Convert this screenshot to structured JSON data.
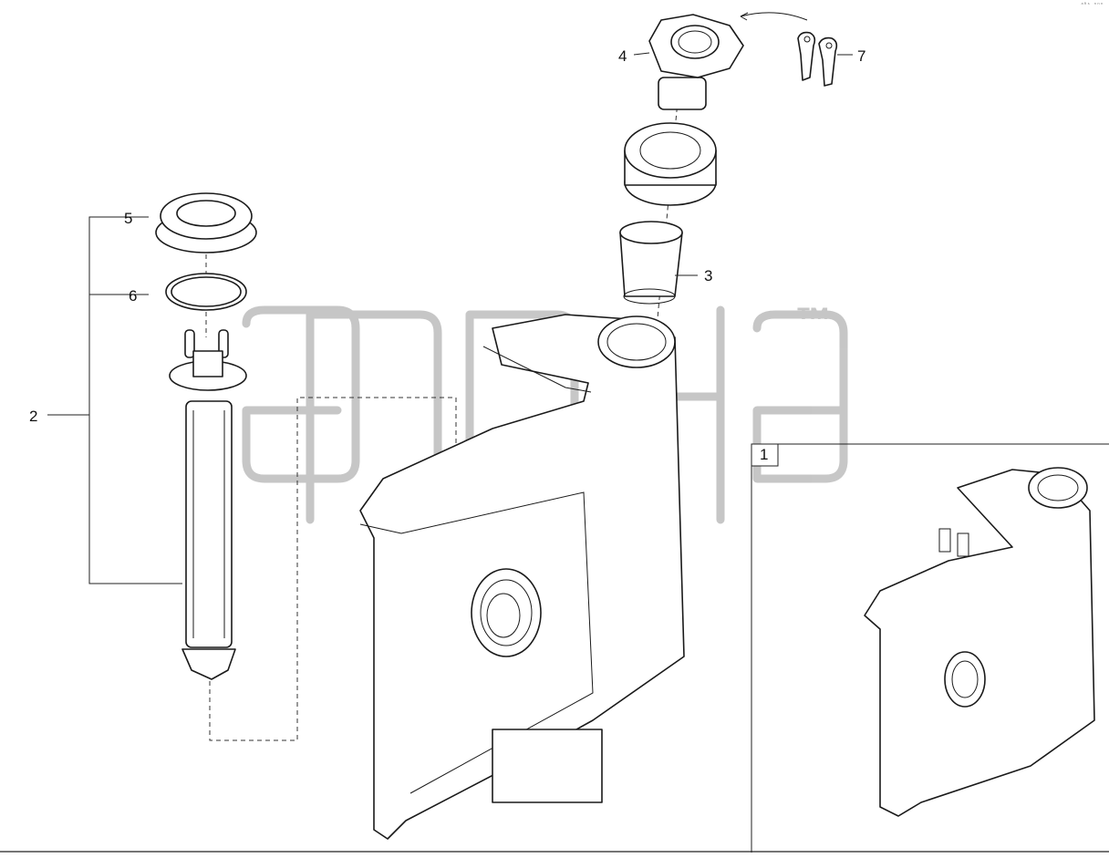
{
  "corner_mark": "ᵃᴿˢ ⁿⁿⁿ",
  "watermark": {
    "trademark": "™"
  },
  "callouts": {
    "c1": "1",
    "c2": "2",
    "c3": "3",
    "c4": "4",
    "c5": "5",
    "c6": "6",
    "c7": "7"
  },
  "icons": [
    "fuel-tank",
    "fuel-cap",
    "keys",
    "filler-neck",
    "strainer",
    "level-sender",
    "seal-ring",
    "o-ring"
  ]
}
